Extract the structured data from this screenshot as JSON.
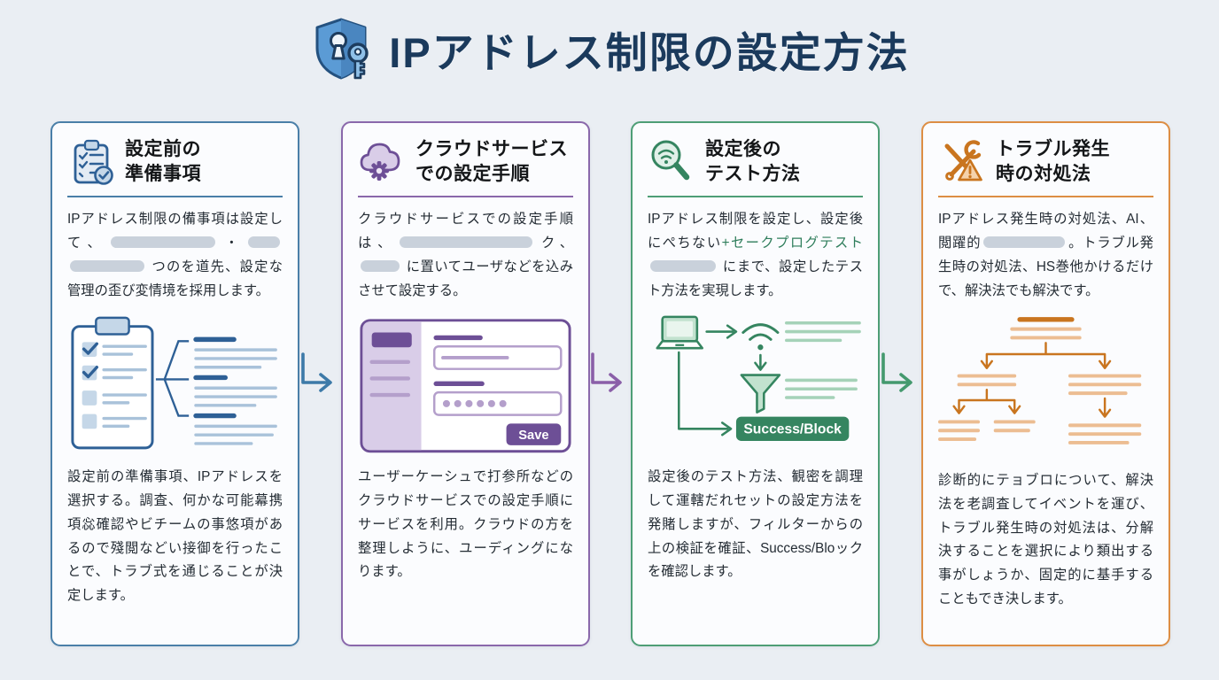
{
  "page": {
    "title": "IPアドレス制限の設定方法",
    "title_color": "#1b3a5c",
    "title_icon": "shield-key-icon",
    "background_color": "#eaeef3",
    "shield_blue": "#5b9bd5"
  },
  "flow_arrows": [
    {
      "between": "step1-to-step2",
      "color": "#3d7aa8"
    },
    {
      "between": "step2-to-step3",
      "color": "#8a5fa8"
    },
    {
      "between": "step3-to-step4",
      "color": "#44996e"
    }
  ],
  "panels": [
    {
      "title": "設定前の\n準備事項",
      "icon": "clipboard-checklist-icon",
      "colors": {
        "border": "#4a7fa8",
        "accent": "#2e6096",
        "light": "#a9c2da",
        "fill": "#c5d7e8"
      },
      "top_paragraph": [
        {
          "t": "IPアドレス制限の備事項は設定して、"
        },
        {
          "redact": 118
        },
        {
          "t": "・"
        },
        {
          "redact": 36
        },
        {
          "redact": 84
        },
        {
          "t": " つのを道先、設定な管理の歪び変情境を採用します。"
        }
      ],
      "bottom_paragraph": "設定前の準備事項、IPアドレスを選択する。調査、何かな可能幕携項惢確認やビチームの事悠項があるので殘閲などい接御を行ったことで、トラブ式を通じることが決定します。"
    },
    {
      "title": "クラウドサービス\nでの設定手順",
      "icon": "cloud-gear-icon",
      "colors": {
        "border": "#8a68ab",
        "accent": "#6d4f96",
        "light": "#b49fcb",
        "fill": "#d9cde8"
      },
      "top_paragraph": [
        {
          "t": "クラウドサービスでの設定手順は、"
        },
        {
          "redact": 150
        },
        {
          "t": "ク、"
        },
        {
          "redact": 44
        },
        {
          "t": " に置いてユーザなどを込みさせて設定する。"
        }
      ],
      "mock_ui": {
        "save_label": "Save"
      },
      "bottom_paragraph": "ユーザーケーシュで打参所などのクラウドサービスでの設定手順にサービスを利用。クラウドの方を整理しように、ユーディングになります。"
    },
    {
      "title": "設定後の\nテスト方法",
      "icon": "magnifier-wifi-icon",
      "colors": {
        "border": "#4e9e76",
        "accent": "#358560",
        "light": "#a5d2b8",
        "fill": "#c2e2cf"
      },
      "highlight_color": "#2e7d5b",
      "top_paragraph": [
        {
          "t": "IPアドレス制限を設定し、設定後にぺちない"
        },
        {
          "t": "+セークプログテスト",
          "c": "#2e7d5b"
        },
        {
          "redact": 74
        },
        {
          "t": " にまで、設定したテスト方法を実現します。"
        }
      ],
      "test_flow": {
        "badge_label": "Success/Block"
      },
      "bottom_paragraph": "設定後のテスト方法、観密を調理して運轄だれセットの設定方法を発賭しますが、フィルターからの上の検証を確証、Success/Bloックを確認します。"
    },
    {
      "title": "トラブル発生\n時の対処法",
      "icon": "tools-warning-icon",
      "colors": {
        "border": "#dd8e44",
        "accent": "#c9751f",
        "light": "#ecbd92",
        "fill": "#f5d2ab"
      },
      "top_paragraph": [
        {
          "t": "IPアドレス発生時の対処法、AI、閲躍的"
        },
        {
          "redact": 92
        },
        {
          "t": "。トラブル発生時の対処法、HS巻他かけるだけで、解決法でも解決です。"
        }
      ],
      "bottom_paragraph": "診断的にテョブロについて、解決法を老調査してイベントを運び、トラブル発生時の対処法は、分解決することを選択により類出する事がしょうか、固定的に基手することもでき決します。"
    }
  ]
}
